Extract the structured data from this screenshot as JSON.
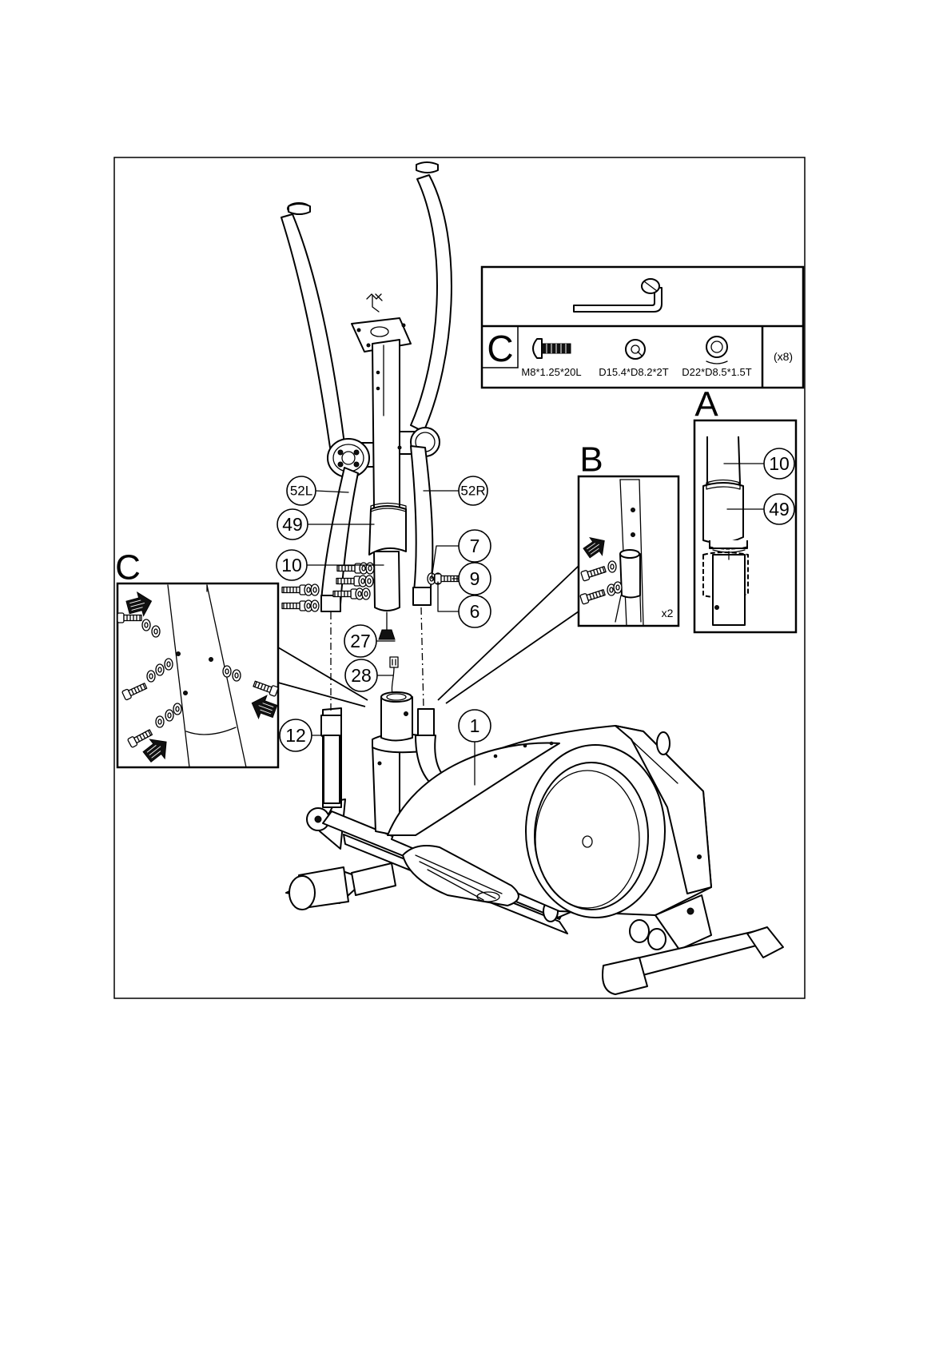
{
  "drawing": {
    "title": "",
    "subject": "cross-trainer-assembly-step"
  },
  "hardware_box": {
    "letter": "C",
    "tool": "allen-key",
    "items": [
      {
        "label": "M8*1.25*20L",
        "icon": "bolt-icon"
      },
      {
        "label": "D15.4*D8.2*2T",
        "icon": "spring-washer-icon"
      },
      {
        "label": "D22*D8.5*1.5T",
        "icon": "flat-washer-icon"
      }
    ],
    "quantity": "(x8)"
  },
  "detail_a": {
    "letter": "A",
    "callouts": [
      "10",
      "49"
    ]
  },
  "detail_b": {
    "letter": "B",
    "quantity": "x2"
  },
  "detail_c": {
    "letter": "C"
  },
  "part_callouts": {
    "p52l": "52L",
    "p52r": "52R",
    "p49": "49",
    "p10": "10",
    "p7": "7",
    "p9": "9",
    "p6": "6",
    "p27": "27",
    "p28": "28",
    "p12": "12",
    "p1": "1"
  },
  "colors": {
    "ink": "#000000",
    "paper": "#ffffff",
    "arrow_fill": "#111111"
  }
}
